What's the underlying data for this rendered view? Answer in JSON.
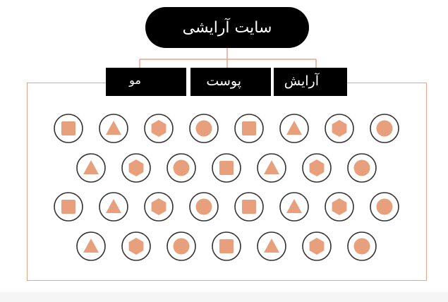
{
  "title": "سایت آرایشی",
  "categories": [
    {
      "label": "آرایش"
    },
    {
      "label": "پوست"
    },
    {
      "label": "مو"
    }
  ],
  "colors": {
    "accent": "#e8a07c",
    "ring": "#333333",
    "frame": "#e6a58b"
  },
  "icon_rows": [
    [
      "square-icon",
      "triangle-icon",
      "hexagon-icon",
      "circle-icon",
      "square-icon",
      "triangle-icon",
      "hexagon-icon",
      "circle-icon"
    ],
    [
      "triangle-icon",
      "hexagon-icon",
      "circle-icon",
      "square-icon",
      "triangle-icon",
      "hexagon-icon",
      "circle-icon"
    ],
    [
      "square-icon",
      "triangle-icon",
      "hexagon-icon",
      "circle-icon",
      "square-icon",
      "triangle-icon",
      "hexagon-icon",
      "circle-icon"
    ],
    [
      "triangle-icon",
      "hexagon-icon",
      "circle-icon",
      "square-icon",
      "triangle-icon",
      "hexagon-icon",
      "circle-icon"
    ]
  ]
}
